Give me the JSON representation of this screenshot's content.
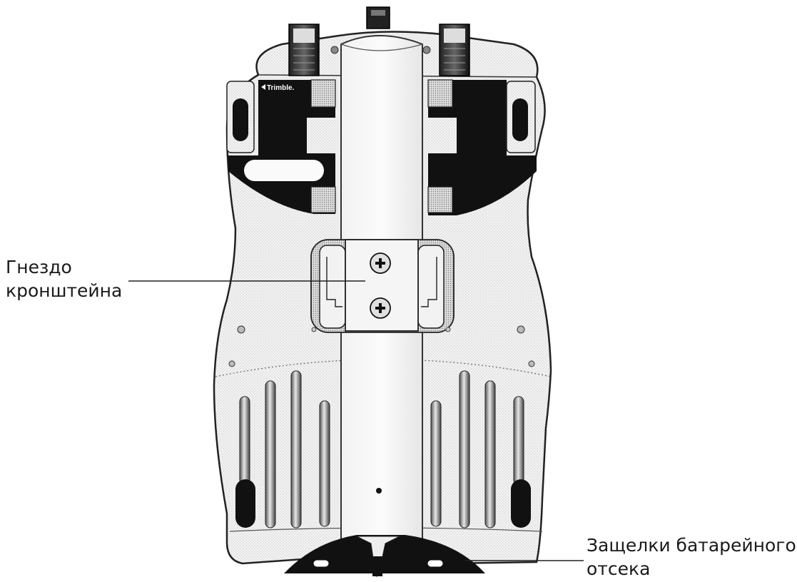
{
  "device": {
    "brand_logo": "Trimble."
  },
  "callouts": {
    "mount_socket": {
      "line1": "Гнездо",
      "line2": "кронштейна"
    },
    "battery_latches": {
      "line1": "Защелки батарейного",
      "line2": "отсека"
    }
  },
  "icons": {
    "connectors": [
      "antenna-connector-icon",
      "center-connector-icon"
    ],
    "screws": [
      "screw-icon"
    ]
  }
}
